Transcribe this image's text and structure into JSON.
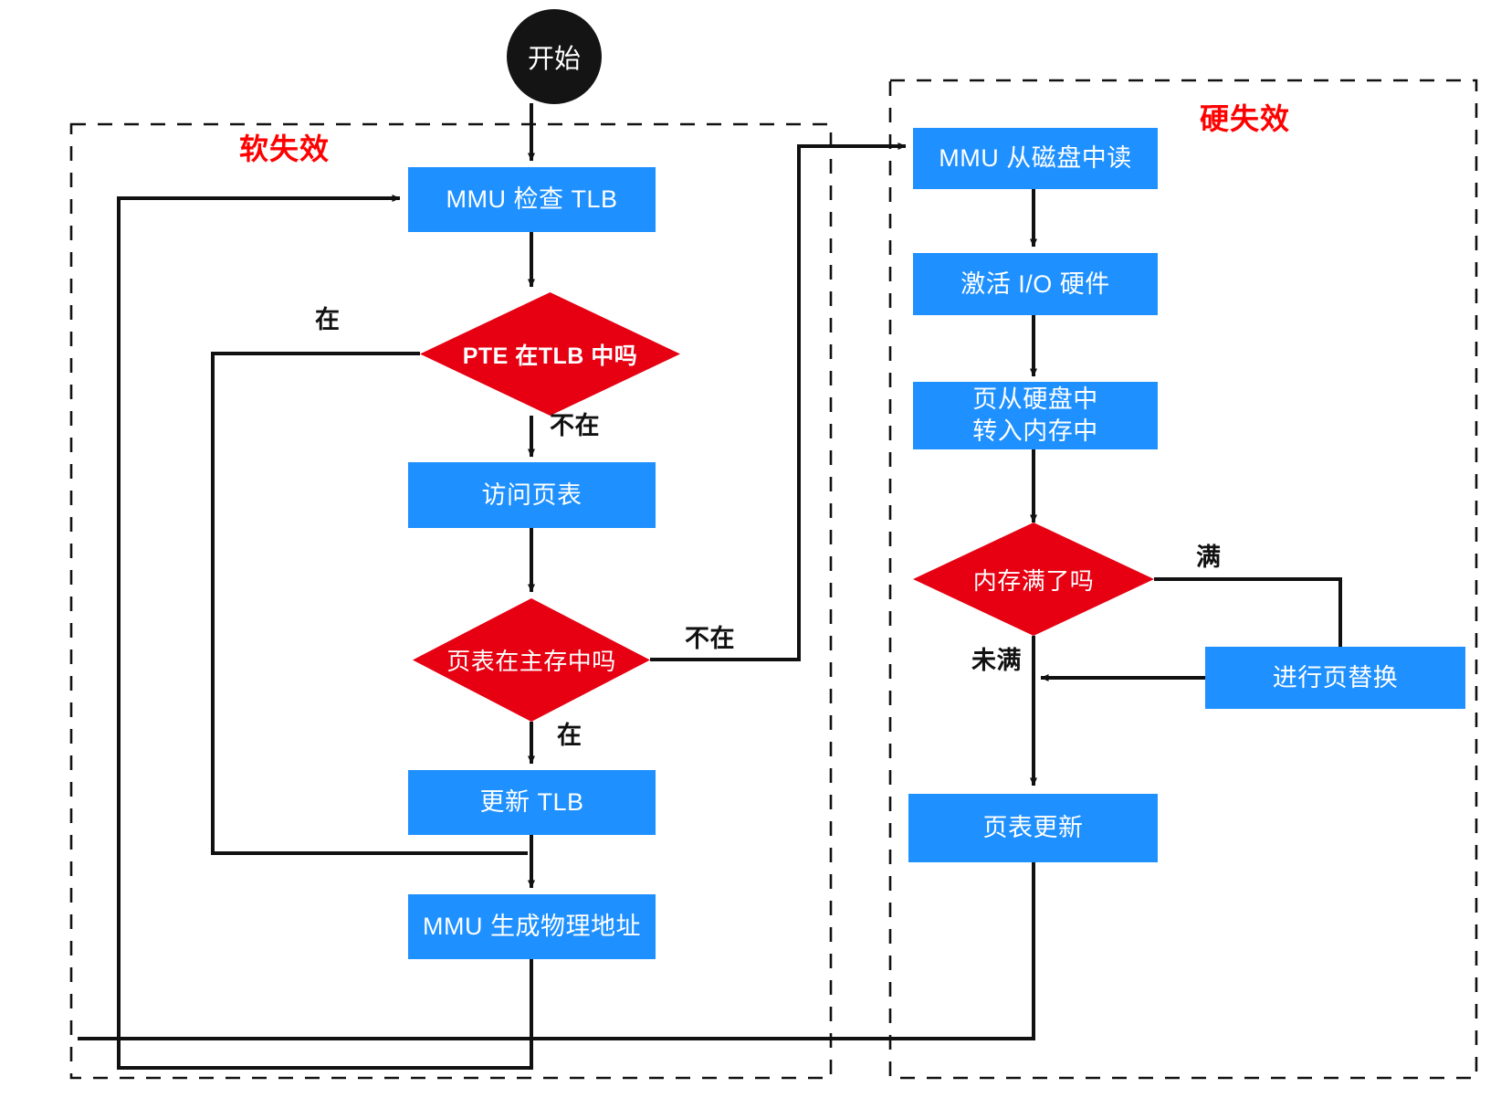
{
  "diagram": {
    "title_soft": "软失效",
    "title_hard": "硬失效",
    "colors": {
      "process_fill": "#1e90ff",
      "decision_fill": "#e60012",
      "start_fill": "#141414",
      "group_label": "#ff0000",
      "edge": "#111111",
      "text_on_shape": "#ffffff"
    },
    "nodes": {
      "start": "开始",
      "mmu_check_tlb": "MMU 检查 TLB",
      "pte_in_tlb": "PTE 在TLB 中吗",
      "access_page_table": "访问页表",
      "pt_in_main_mem": "页表在主存中吗",
      "update_tlb": "更新 TLB",
      "mmu_gen_phys_addr": "MMU 生成物理地址",
      "mmu_read_disk": "MMU 从磁盘中读",
      "activate_io": "激活 I/O 硬件",
      "page_disk_to_mem_line1": "页从硬盘中",
      "page_disk_to_mem_line2": "转入内存中",
      "mem_full": "内存满了吗",
      "page_replace": "进行页替换",
      "page_table_update": "页表更新"
    },
    "edge_labels": {
      "tlb_hit": "在",
      "tlb_miss": "不在",
      "pt_miss": "不在",
      "pt_hit": "在",
      "mem_full_yes": "满",
      "mem_full_no": "未满"
    }
  }
}
